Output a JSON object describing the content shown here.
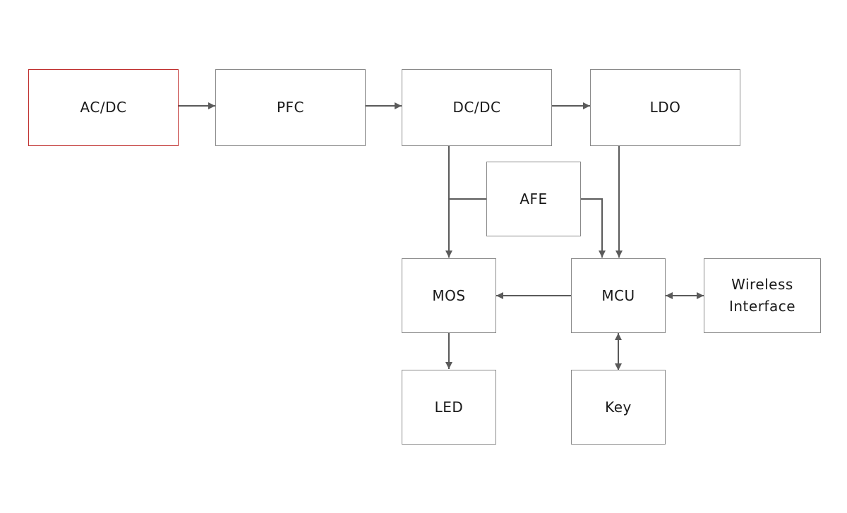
{
  "diagram": {
    "accent_color": "#c0302f",
    "line_color": "#5a5a5a",
    "blocks": {
      "acdc": "AC/DC",
      "pfc": "PFC",
      "dcdc": "DC/DC",
      "ldo": "LDO",
      "afe": "AFE",
      "mos": "MOS",
      "mcu": "MCU",
      "wireless": "Wireless\nInterface",
      "led": "LED",
      "key": "Key"
    }
  }
}
